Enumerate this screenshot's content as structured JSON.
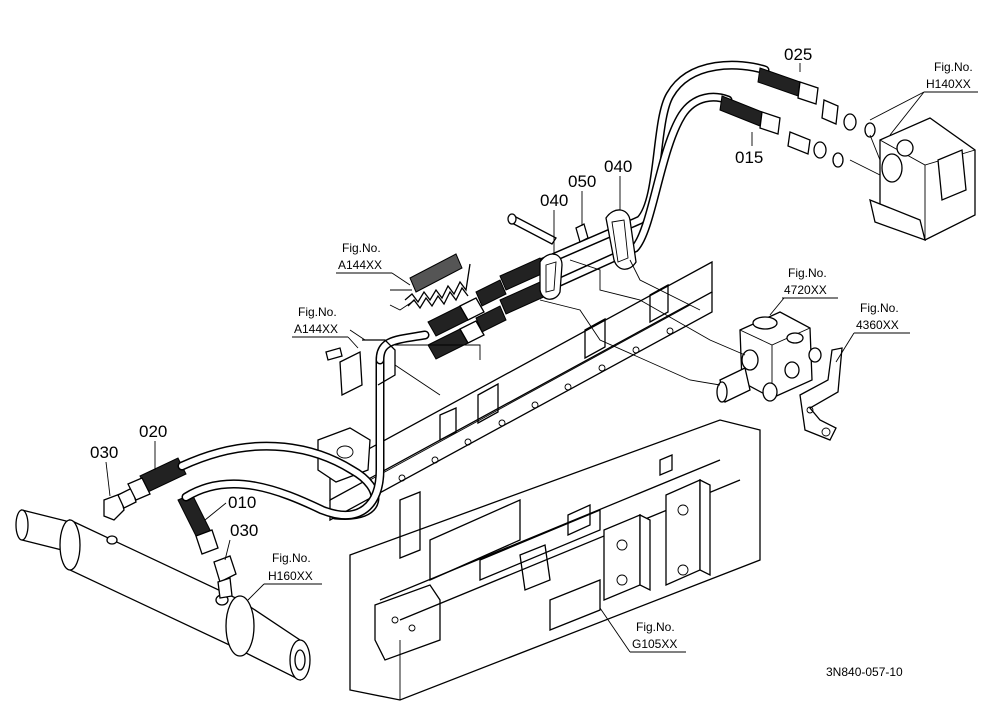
{
  "diagram": {
    "drawing_code": "3N840-057-10",
    "part_callouts": [
      {
        "id": "c025",
        "text": "025"
      },
      {
        "id": "c015",
        "text": "015"
      },
      {
        "id": "c050",
        "text": "050"
      },
      {
        "id": "c040a",
        "text": "040"
      },
      {
        "id": "c040b",
        "text": "040"
      },
      {
        "id": "c020",
        "text": "020"
      },
      {
        "id": "c030a",
        "text": "030"
      },
      {
        "id": "c010",
        "text": "010"
      },
      {
        "id": "c030b",
        "text": "030"
      }
    ],
    "figure_refs": [
      {
        "id": "fH140",
        "label": "Fig.No.",
        "code": "H140XX"
      },
      {
        "id": "fA144a",
        "label": "Fig.No.",
        "code": "A144XX"
      },
      {
        "id": "fA144b",
        "label": "Fig.No.",
        "code": "A144XX"
      },
      {
        "id": "f4720",
        "label": "Fig.No.",
        "code": "4720XX"
      },
      {
        "id": "f4360",
        "label": "Fig.No.",
        "code": "4360XX"
      },
      {
        "id": "fH160",
        "label": "Fig.No.",
        "code": "H160XX"
      },
      {
        "id": "fG105",
        "label": "Fig.No.",
        "code": "G105XX"
      }
    ]
  }
}
